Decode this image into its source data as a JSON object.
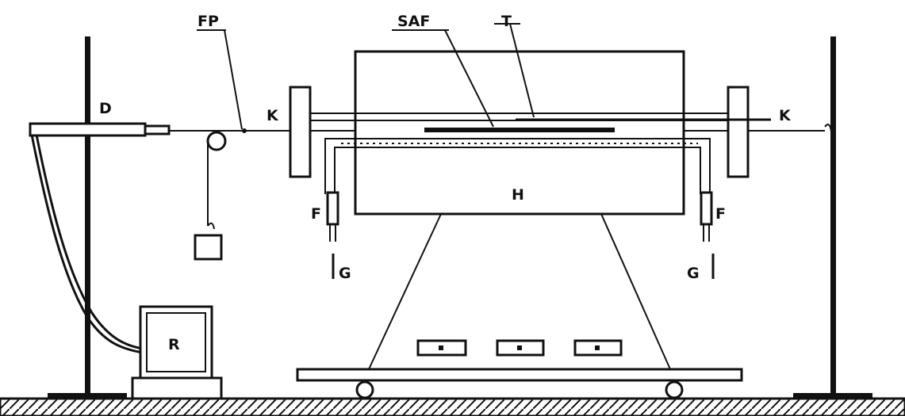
{
  "labels": {
    "fp": "FP",
    "saf": "SAF",
    "t": "T",
    "d": "D",
    "k_left": "K",
    "k_right": "K",
    "h": "H",
    "f_left": "F",
    "f_right": "F",
    "g_left": "G",
    "g_right": "G",
    "r": "R"
  },
  "colors": {
    "line": "#111111",
    "background": "#ffffff"
  }
}
